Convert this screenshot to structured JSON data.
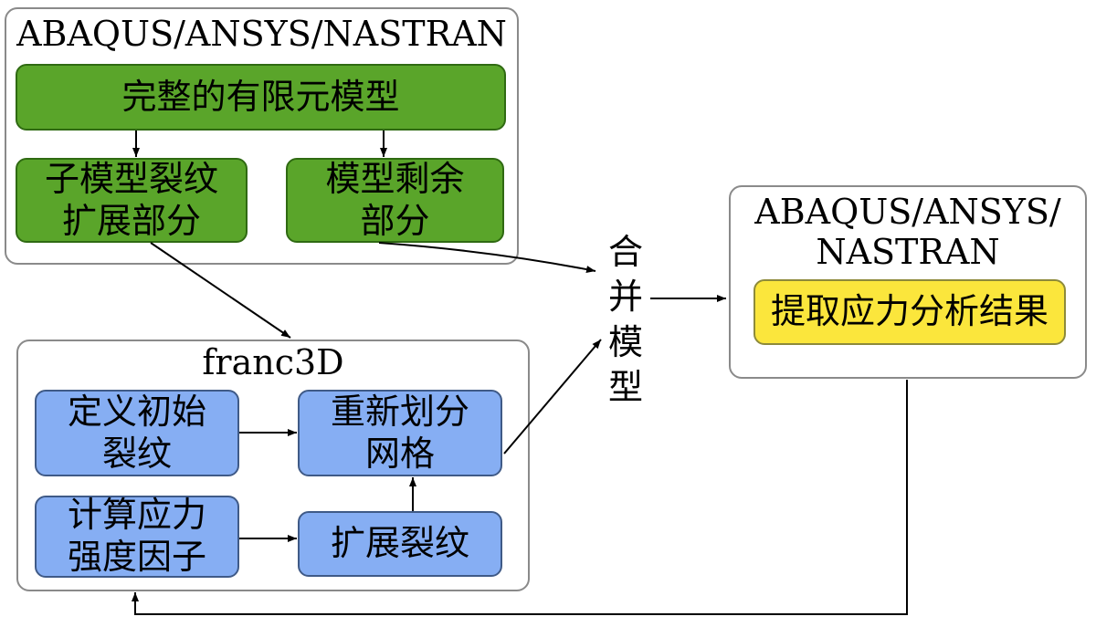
{
  "groups": {
    "fea_top": {
      "title": "ABAQUS/ANSYS/NASTRAN"
    },
    "franc3d": {
      "title": "franc3D"
    },
    "fea_right": {
      "title": "ABAQUS/ANSYS/\nNASTRAN"
    }
  },
  "nodes": {
    "full_model": "完整的有限元模型",
    "submodel_crack": "子模型裂纹\n扩展部分",
    "model_remaining": "模型剩余\n部分",
    "define_crack": "定义初始\n裂纹",
    "remesh": "重新划分\n网格",
    "compute_sif": "计算应力\n强度因子",
    "extend_crack": "扩展裂纹",
    "extract_results": "提取应力分析结果"
  },
  "merge_label": "合\n并\n模\n型",
  "colors": {
    "green": "#5aa52a",
    "blue": "#86aef3",
    "yellow": "#fbe63c",
    "group_border": "#8a8a8a"
  }
}
